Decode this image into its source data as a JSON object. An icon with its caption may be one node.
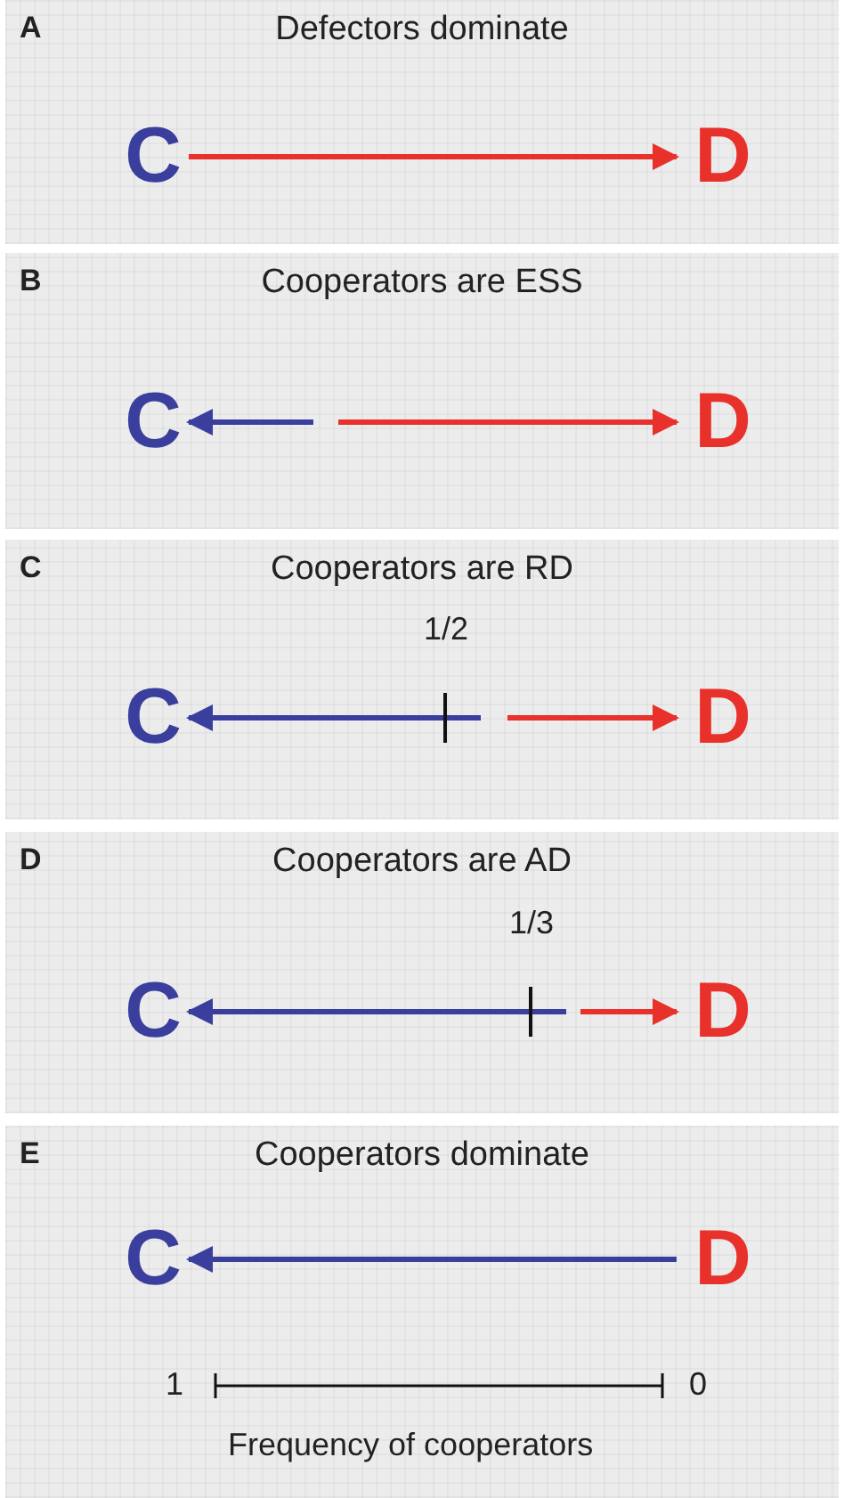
{
  "diagram": {
    "nodes": [
      {
        "text": [
          "A",
          "Defectors dominate"
        ]
      },
      {
        "text": [
          "C"
        ],
        "in": 0
      },
      {
        "text": [
          "D"
        ],
        "in": 0
      },
      {
        "text": [
          "B",
          "Cooperators are ESS"
        ]
      },
      {
        "text": [
          "C"
        ],
        "in": 3
      },
      {
        "text": [
          "D"
        ],
        "in": 3
      },
      {
        "text": [
          "C",
          "Cooperators are RD"
        ]
      },
      {
        "text": [
          "C"
        ],
        "in": 6
      },
      {
        "text": [
          "D"
        ],
        "in": 6
      },
      {
        "text": [
          "D",
          "Cooperators are AD"
        ]
      },
      {
        "text": [
          "C"
        ],
        "in": 9
      },
      {
        "text": [
          "D"
        ],
        "in": 9
      },
      {
        "text": [
          "E",
          "Cooperators dominate"
        ]
      },
      {
        "text": [
          "C"
        ],
        "in": 12
      },
      {
        "text": [
          "D"
        ],
        "in": 12
      }
    ],
    "edges": [
      {
        "from": 1,
        "to": 2,
        "arrow": "to",
        "color": "#e8312b"
      },
      {
        "from": null,
        "to": 4,
        "arrow": "to",
        "color": "#3a3f9e"
      },
      {
        "from": null,
        "to": 5,
        "arrow": "to",
        "color": "#e8312b"
      },
      {
        "from": null,
        "to": 7,
        "arrow": "to",
        "color": "#3a3f9e"
      },
      {
        "from": null,
        "to": 8,
        "arrow": "to",
        "color": "#e8312b"
      },
      {
        "from": null,
        "to": 10,
        "arrow": "to",
        "color": "#3a3f9e"
      },
      {
        "from": null,
        "to": 11,
        "arrow": "to",
        "color": "#e8312b"
      },
      {
        "from": 14,
        "to": 13,
        "arrow": "to",
        "color": "#3a3f9e"
      }
    ],
    "labels": [
      "1/2",
      "1/3",
      "1",
      "0",
      "Frequency of cooperators"
    ]
  }
}
